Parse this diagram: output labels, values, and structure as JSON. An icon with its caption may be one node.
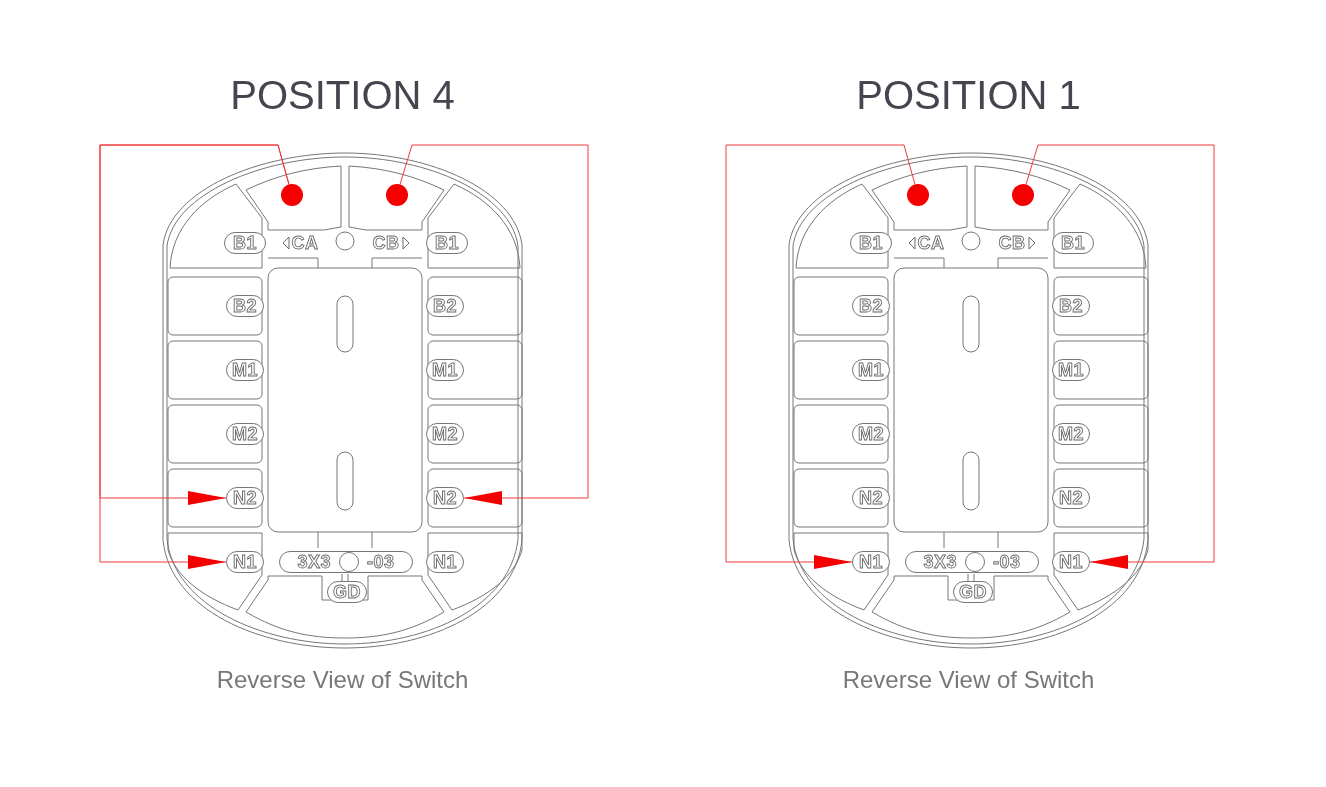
{
  "diagram": {
    "nodes": [
      {
        "text": [
          "POSITION 4"
        ],
        "beside": [
          "Reverse View of Switch"
        ]
      },
      {
        "text": [],
        "shape": "circle",
        "in": 0
      },
      {
        "text": [],
        "shape": "circle",
        "in": 0
      },
      {
        "text": [
          "B1"
        ],
        "in": 0
      },
      {
        "text": [
          "CA"
        ],
        "in": 0
      },
      {
        "text": [
          "CB"
        ],
        "in": 0
      },
      {
        "text": [
          "B1"
        ],
        "in": 0
      },
      {
        "text": [
          "B2"
        ],
        "in": 0
      },
      {
        "text": [
          "B2"
        ],
        "in": 0
      },
      {
        "text": [
          "M1"
        ],
        "in": 0
      },
      {
        "text": [
          "M1"
        ],
        "in": 0
      },
      {
        "text": [
          "M2"
        ],
        "in": 0
      },
      {
        "text": [
          "M2"
        ],
        "in": 0
      },
      {
        "text": [
          "N2"
        ],
        "in": 0
      },
      {
        "text": [
          "N2"
        ],
        "in": 0
      },
      {
        "text": [
          "N1"
        ],
        "in": 0
      },
      {
        "text": [
          "3X3",
          "-03"
        ],
        "in": 0
      },
      {
        "text": [
          "N1"
        ],
        "in": 0
      },
      {
        "text": [
          "GD"
        ],
        "in": 0
      },
      {
        "text": [
          "POSITION 1"
        ],
        "beside": [
          "Reverse View of Switch"
        ]
      },
      {
        "text": [],
        "shape": "circle",
        "in": 19
      },
      {
        "text": [],
        "shape": "circle",
        "in": 19
      },
      {
        "text": [
          "B1"
        ],
        "in": 19
      },
      {
        "text": [
          "CA"
        ],
        "in": 19
      },
      {
        "text": [
          "CB"
        ],
        "in": 19
      },
      {
        "text": [
          "B1"
        ],
        "in": 19
      },
      {
        "text": [
          "B2"
        ],
        "in": 19
      },
      {
        "text": [
          "B2"
        ],
        "in": 19
      },
      {
        "text": [
          "M1"
        ],
        "in": 19
      },
      {
        "text": [
          "M1"
        ],
        "in": 19
      },
      {
        "text": [
          "M2"
        ],
        "in": 19
      },
      {
        "text": [
          "M2"
        ],
        "in": 19
      },
      {
        "text": [
          "N2"
        ],
        "in": 19
      },
      {
        "text": [
          "N2"
        ],
        "in": 19
      },
      {
        "text": [
          "N1"
        ],
        "in": 19
      },
      {
        "text": [
          "3X3",
          "-03"
        ],
        "in": 19
      },
      {
        "text": [
          "N1"
        ],
        "in": 19
      },
      {
        "text": [
          "GD"
        ],
        "in": 19
      }
    ],
    "edges": [
      {
        "from": 1,
        "to": 13,
        "arrow": "to"
      },
      {
        "from": 1,
        "to": 15,
        "arrow": "to"
      },
      {
        "from": 2,
        "to": 14,
        "arrow": "to"
      },
      {
        "from": 20,
        "to": 34,
        "arrow": "to"
      },
      {
        "from": 21,
        "to": 36,
        "arrow": "to"
      }
    ]
  }
}
